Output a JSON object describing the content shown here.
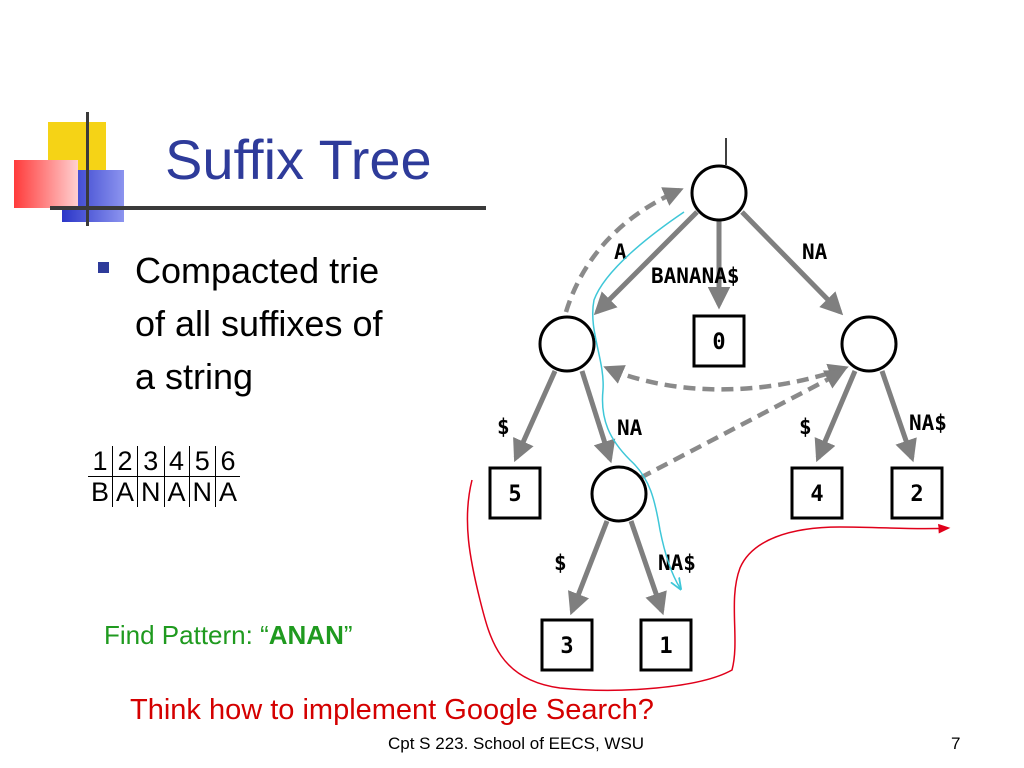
{
  "slide": {
    "title": "Suffix Tree",
    "bullet": [
      "Compacted trie",
      "of all suffixes of",
      "a string"
    ],
    "index_row": [
      "1",
      "2",
      "3",
      "4",
      "5",
      "6"
    ],
    "letter_row": [
      "B",
      "A",
      "N",
      "A",
      "N",
      "A"
    ],
    "find_pattern_prefix": "Find Pattern: “",
    "find_pattern_value": "ANAN",
    "find_pattern_suffix": "”",
    "question": "Think how to implement Google Search?",
    "footer": "Cpt S 223. School of EECS, WSU",
    "page_number": "7"
  },
  "tree": {
    "edge_labels": [
      "A",
      "BANANA$",
      "NA",
      "$",
      "NA",
      "$",
      "NA$",
      "$",
      "NA$"
    ],
    "leaves": [
      "0",
      "5",
      "4",
      "2",
      "3",
      "1"
    ]
  },
  "colors": {
    "title": "#2e3b9a",
    "find_pattern": "#1f9a1f",
    "question": "#d40000",
    "edges": "#7f7f7f",
    "search_path": "#3ec7d8",
    "red_path": "#e0001a"
  }
}
